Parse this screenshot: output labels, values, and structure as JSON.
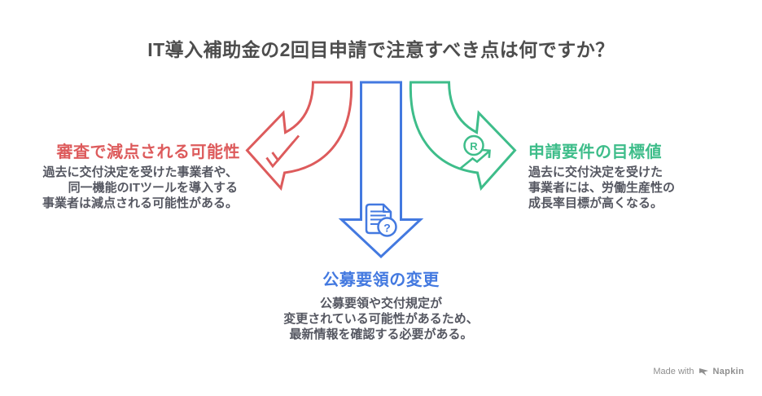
{
  "title": {
    "text": "IT導入補助金の2回目申請で注意すべき点は何ですか？"
  },
  "colors": {
    "red": "#DD5B5C",
    "green": "#3EBD8A",
    "blue": "#4379E0",
    "heading_gray": "#4D4D4D",
    "body_gray": "#555761",
    "footer_gray": "#8F8F8F",
    "background": "#FFFFFF"
  },
  "sections": {
    "left": {
      "heading": "審査で減点される可能性",
      "body_lines": [
        "過去に交付決定を受けた事業者や、",
        "同一機能のITツールを導入する",
        "事業者は減点される可能性がある。"
      ],
      "icon": "double-check-icon"
    },
    "bottom": {
      "heading": "公募要領の変更",
      "body_lines": [
        "公募要領や交付規定が",
        "変更されている可能性があるため、",
        "最新情報を確認する必要がある。"
      ],
      "icon": "document-question-icon",
      "icon_glyph": "?"
    },
    "right": {
      "heading": "申請要件の目標値",
      "body_lines": [
        "過去に交付決定を受けた",
        "事業者には、労働生産性の",
        "成長率目標が高くなる。"
      ],
      "icon": "rate-trend-icon",
      "icon_glyph": "R"
    }
  },
  "footer": {
    "made_with": "Made with",
    "brand": "Napkin"
  }
}
